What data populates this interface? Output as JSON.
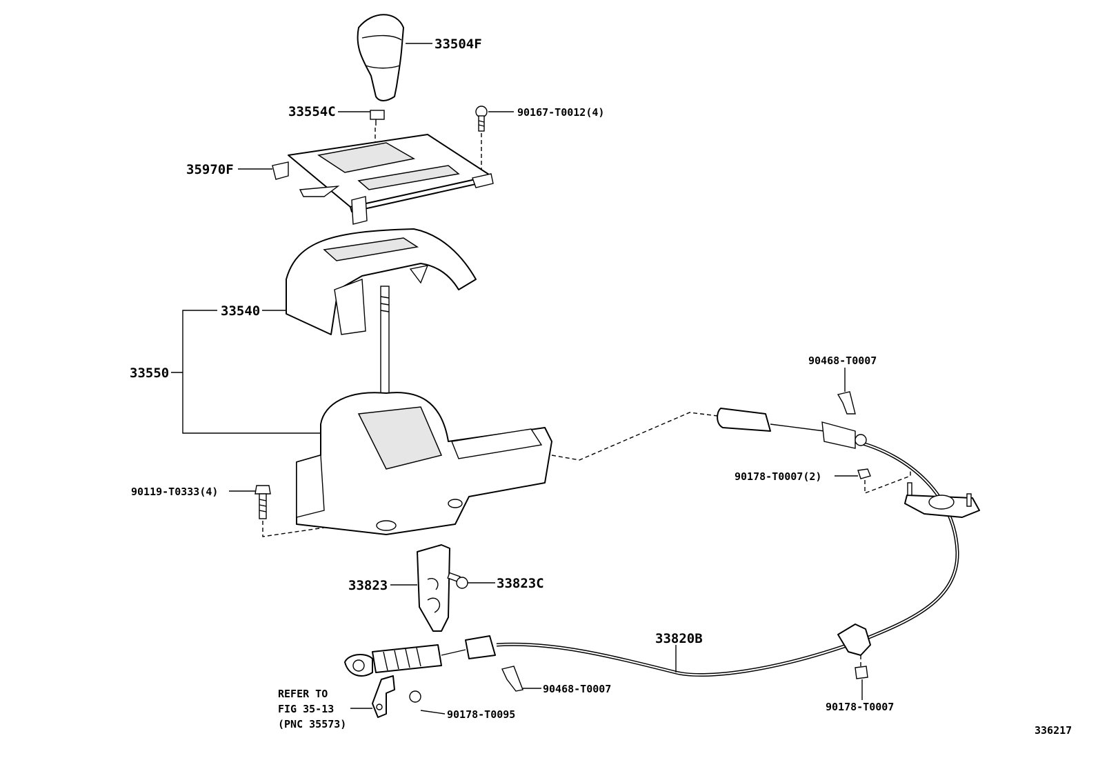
{
  "diagram_id": "336217",
  "labels": {
    "knob": "33504F",
    "knob_clip": "33554C",
    "screw_top": "90167-T0012(4)",
    "indicator_plate": "35970F",
    "housing_cover": "33540",
    "shift_lever_assy": "33550",
    "bolt_left": "90119-T0333(4)",
    "bracket": "33823",
    "bracket_bolt": "33823C",
    "cable": "33820B",
    "clip_upper": "90468-T0007",
    "nut_upper": "90178-T0007(2)",
    "clip_lower": "90468-T0007",
    "nut_lower_right": "90178-T0007",
    "nut_lower_center": "90178-T0095"
  },
  "refer": {
    "line1": "REFER TO",
    "line2": "FIG 35-13",
    "line3": "(PNC 35573)"
  }
}
